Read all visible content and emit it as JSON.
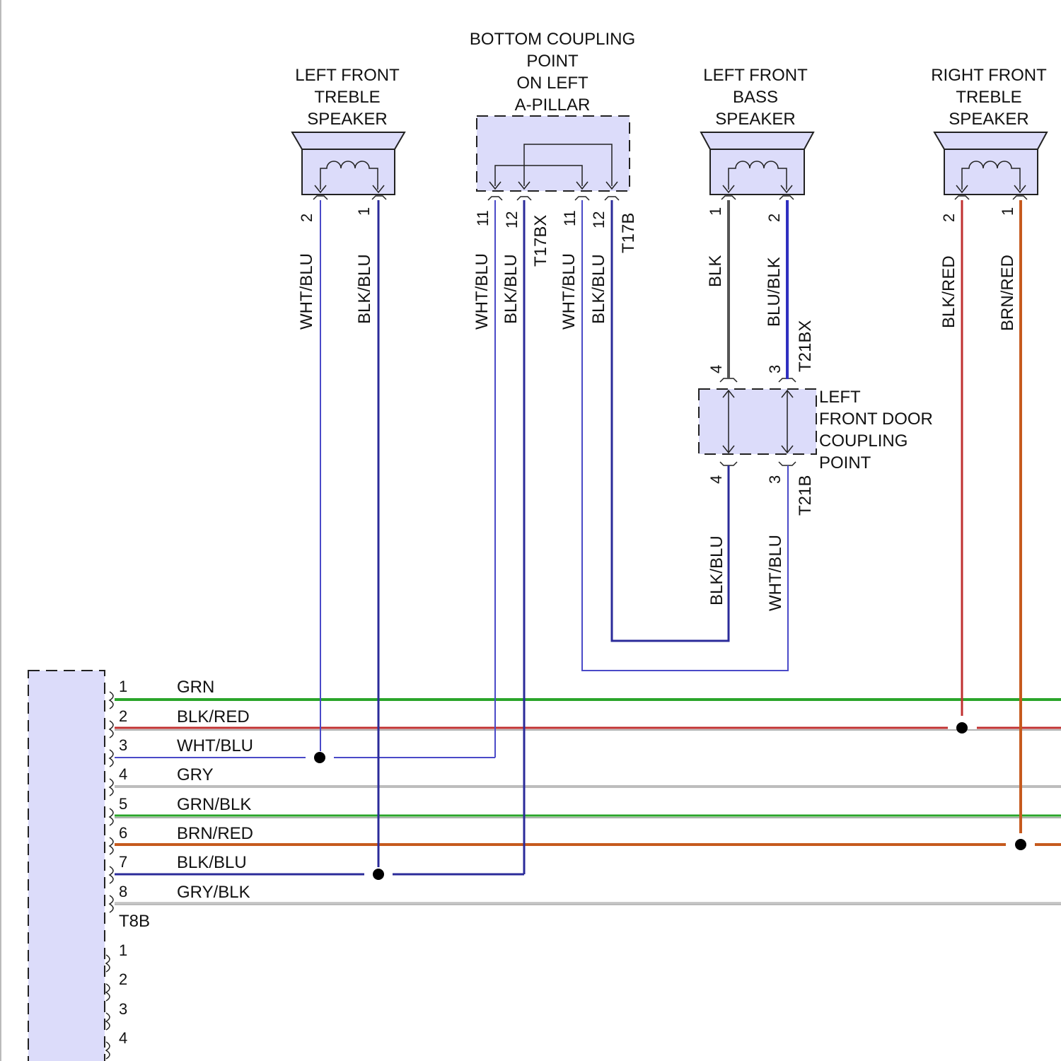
{
  "components": {
    "lf_treble": {
      "title": [
        "LEFT FRONT",
        "TREBLE",
        "SPEAKER"
      ],
      "pins": [
        "2",
        "1"
      ],
      "wires": [
        "WHT/BLU",
        "BLK/BLU"
      ]
    },
    "a_pillar": {
      "title": [
        "BOTTOM COUPLING",
        "POINT",
        "ON LEFT",
        "A-PILLAR"
      ],
      "pins": [
        "11",
        "12",
        "11",
        "12"
      ],
      "wires": [
        "WHT/BLU",
        "BLK/BLU",
        "WHT/BLU",
        "BLK/BLU"
      ],
      "connectors": [
        "T17BX",
        "T17B"
      ]
    },
    "lf_bass": {
      "title": [
        "LEFT FRONT",
        "BASS",
        "SPEAKER"
      ],
      "pins": [
        "1",
        "2"
      ],
      "wires": [
        "BLK",
        "BLU/BLK"
      ]
    },
    "rf_treble": {
      "title": [
        "RIGHT FRONT",
        "TREBLE",
        "SPEAKER"
      ],
      "pins": [
        "2",
        "1"
      ],
      "wires": [
        "BLK/RED",
        "BRN/RED"
      ]
    },
    "door_coupling": {
      "title": [
        "LEFT",
        "FRONT DOOR",
        "COUPLING",
        "POINT"
      ],
      "top_pins": [
        "4",
        "3"
      ],
      "bottom_pins": [
        "4",
        "3"
      ],
      "top_connector": "T21BX",
      "bottom_connector": "T21B",
      "lower_wires": [
        "BLK/BLU",
        "WHT/BLU"
      ]
    }
  },
  "main_connector": {
    "name": "T8B",
    "pins": [
      {
        "num": "1",
        "wire": "GRN",
        "color": "#2aa52a"
      },
      {
        "num": "2",
        "wire": "BLK/RED",
        "color": "#c03030"
      },
      {
        "num": "3",
        "wire": "WHT/BLU",
        "color": "#4a4ac8"
      },
      {
        "num": "4",
        "wire": "GRY",
        "color": "#bdbdbd"
      },
      {
        "num": "5",
        "wire": "GRN/BLK",
        "color": "#2aa52a"
      },
      {
        "num": "6",
        "wire": "BRN/RED",
        "color": "#c65a1e"
      },
      {
        "num": "7",
        "wire": "BLK/BLU",
        "color": "#2b2b9a"
      },
      {
        "num": "8",
        "wire": "GRY/BLK",
        "color": "#c8c8c8"
      }
    ],
    "second_pins": [
      "1",
      "2",
      "3",
      "4"
    ]
  },
  "colors": {
    "wht_blu": "#4a4ac8",
    "blk_blu": "#2b2b9a",
    "blk": "#555555",
    "blu_blk": "#3030c0",
    "blk_red": "#c03030",
    "brn_red": "#c65a1e",
    "component_fill": "#dcdcfa"
  }
}
